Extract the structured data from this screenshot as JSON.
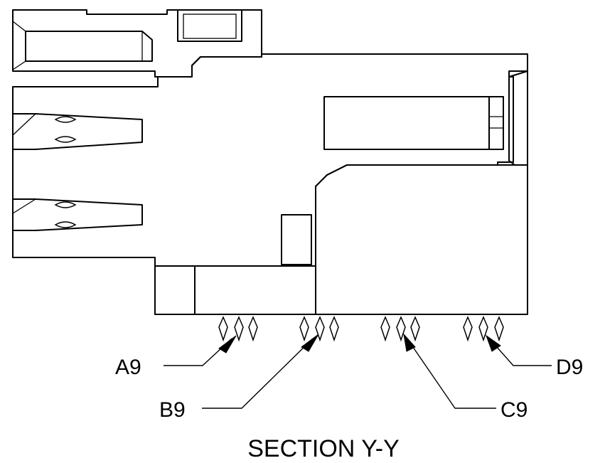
{
  "labels": {
    "a9": "A9",
    "b9": "B9",
    "c9": "C9",
    "d9": "D9"
  },
  "title": "SECTION Y-Y"
}
